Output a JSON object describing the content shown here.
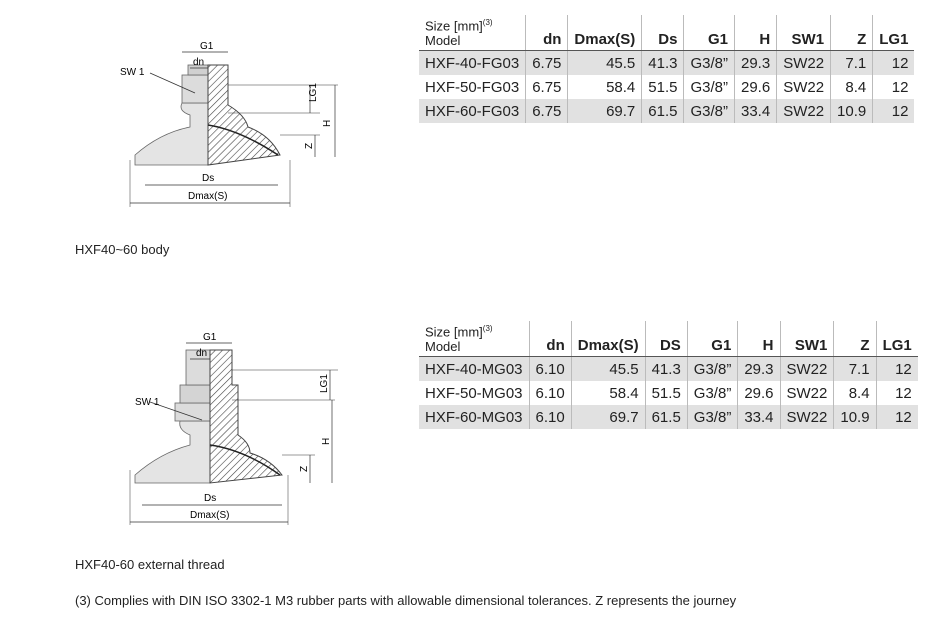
{
  "figure1": {
    "caption": "HXF40~60 body",
    "labels": {
      "g1": "G1",
      "dn": "dn",
      "sw1": "SW 1",
      "lg1": "LG1",
      "h": "H",
      "z": "Z",
      "ds": "Ds",
      "dmax": "Dmax(S)"
    }
  },
  "table1": {
    "size_label": "Size [mm]",
    "size_sup": "(3)",
    "model_label": "Model",
    "columns": [
      "dn",
      "Dmax(S)",
      "Ds",
      "G1",
      "H",
      "SW1",
      "Z",
      "LG1"
    ],
    "rows": [
      [
        "HXF-40-FG03",
        "6.75",
        "45.5",
        "41.3",
        "G3/8”",
        "29.3",
        "SW22",
        "7.1",
        "12"
      ],
      [
        "HXF-50-FG03",
        "6.75",
        "58.4",
        "51.5",
        "G3/8”",
        "29.6",
        "SW22",
        "8.4",
        "12"
      ],
      [
        "HXF-60-FG03",
        "6.75",
        "69.7",
        "61.5",
        "G3/8”",
        "33.4",
        "SW22",
        "10.9",
        "12"
      ]
    ]
  },
  "figure2": {
    "caption": "HXF40-60 external thread",
    "labels": {
      "g1": "G1",
      "dn": "dn",
      "sw1": "SW 1",
      "lg1": "LG1",
      "h": "H",
      "z": "Z",
      "ds": "Ds",
      "dmax": "Dmax(S)"
    }
  },
  "table2": {
    "size_label": "Size [mm]",
    "size_sup": "(3)",
    "model_label": "Model",
    "columns": [
      "dn",
      "Dmax(S)",
      "DS",
      "G1",
      "H",
      "SW1",
      "Z",
      "LG1"
    ],
    "rows": [
      [
        "HXF-40-MG03",
        "6.10",
        "45.5",
        "41.3",
        "G3/8”",
        "29.3",
        "SW22",
        "7.1",
        "12"
      ],
      [
        "HXF-50-MG03",
        "6.10",
        "58.4",
        "51.5",
        "G3/8”",
        "29.6",
        "SW22",
        "8.4",
        "12"
      ],
      [
        "HXF-60-MG03",
        "6.10",
        "69.7",
        "61.5",
        "G3/8”",
        "33.4",
        "SW22",
        "10.9",
        "12"
      ]
    ]
  },
  "footnote": "(3) Complies with DIN ISO 3302-1 M3 rubber parts with allowable dimensional tolerances. Z represents the journey"
}
